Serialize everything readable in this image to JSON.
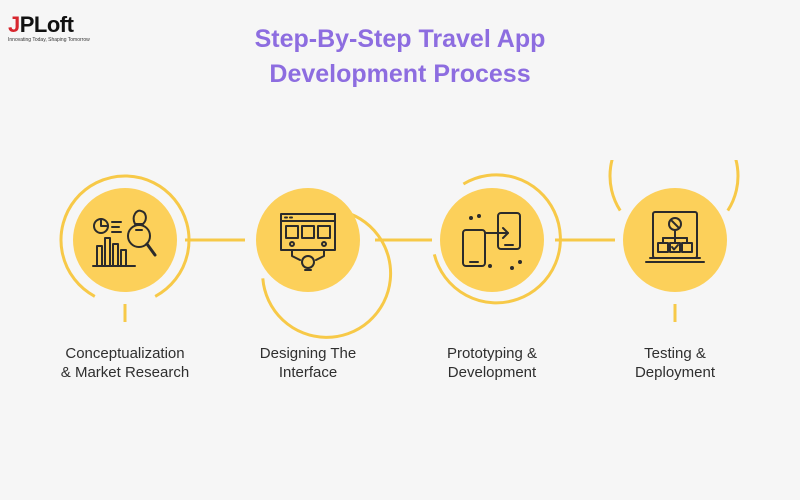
{
  "logo": {
    "name": "JPLoft",
    "name_first": "J",
    "name_rest": "PLoft",
    "tagline": "Innovating Today, Shaping Tomorrow"
  },
  "title": {
    "line1": "Step-By-Step Travel App",
    "line2": "Development Process"
  },
  "colors": {
    "title": "#8d6de0",
    "circle": "#fcd05a",
    "ring": "#f7c948",
    "icon": "#2b2b2b",
    "background": "#f6f6f6"
  },
  "steps": [
    {
      "icon": "research-icon",
      "line1": "Conceptualization",
      "line2": "& Market Research"
    },
    {
      "icon": "interface-design-icon",
      "line1": "Designing The",
      "line2": "Interface"
    },
    {
      "icon": "prototype-icon",
      "line1": "Prototyping &",
      "line2": "Development"
    },
    {
      "icon": "deployment-icon",
      "line1": "Testing &",
      "line2": "Deployment"
    }
  ]
}
